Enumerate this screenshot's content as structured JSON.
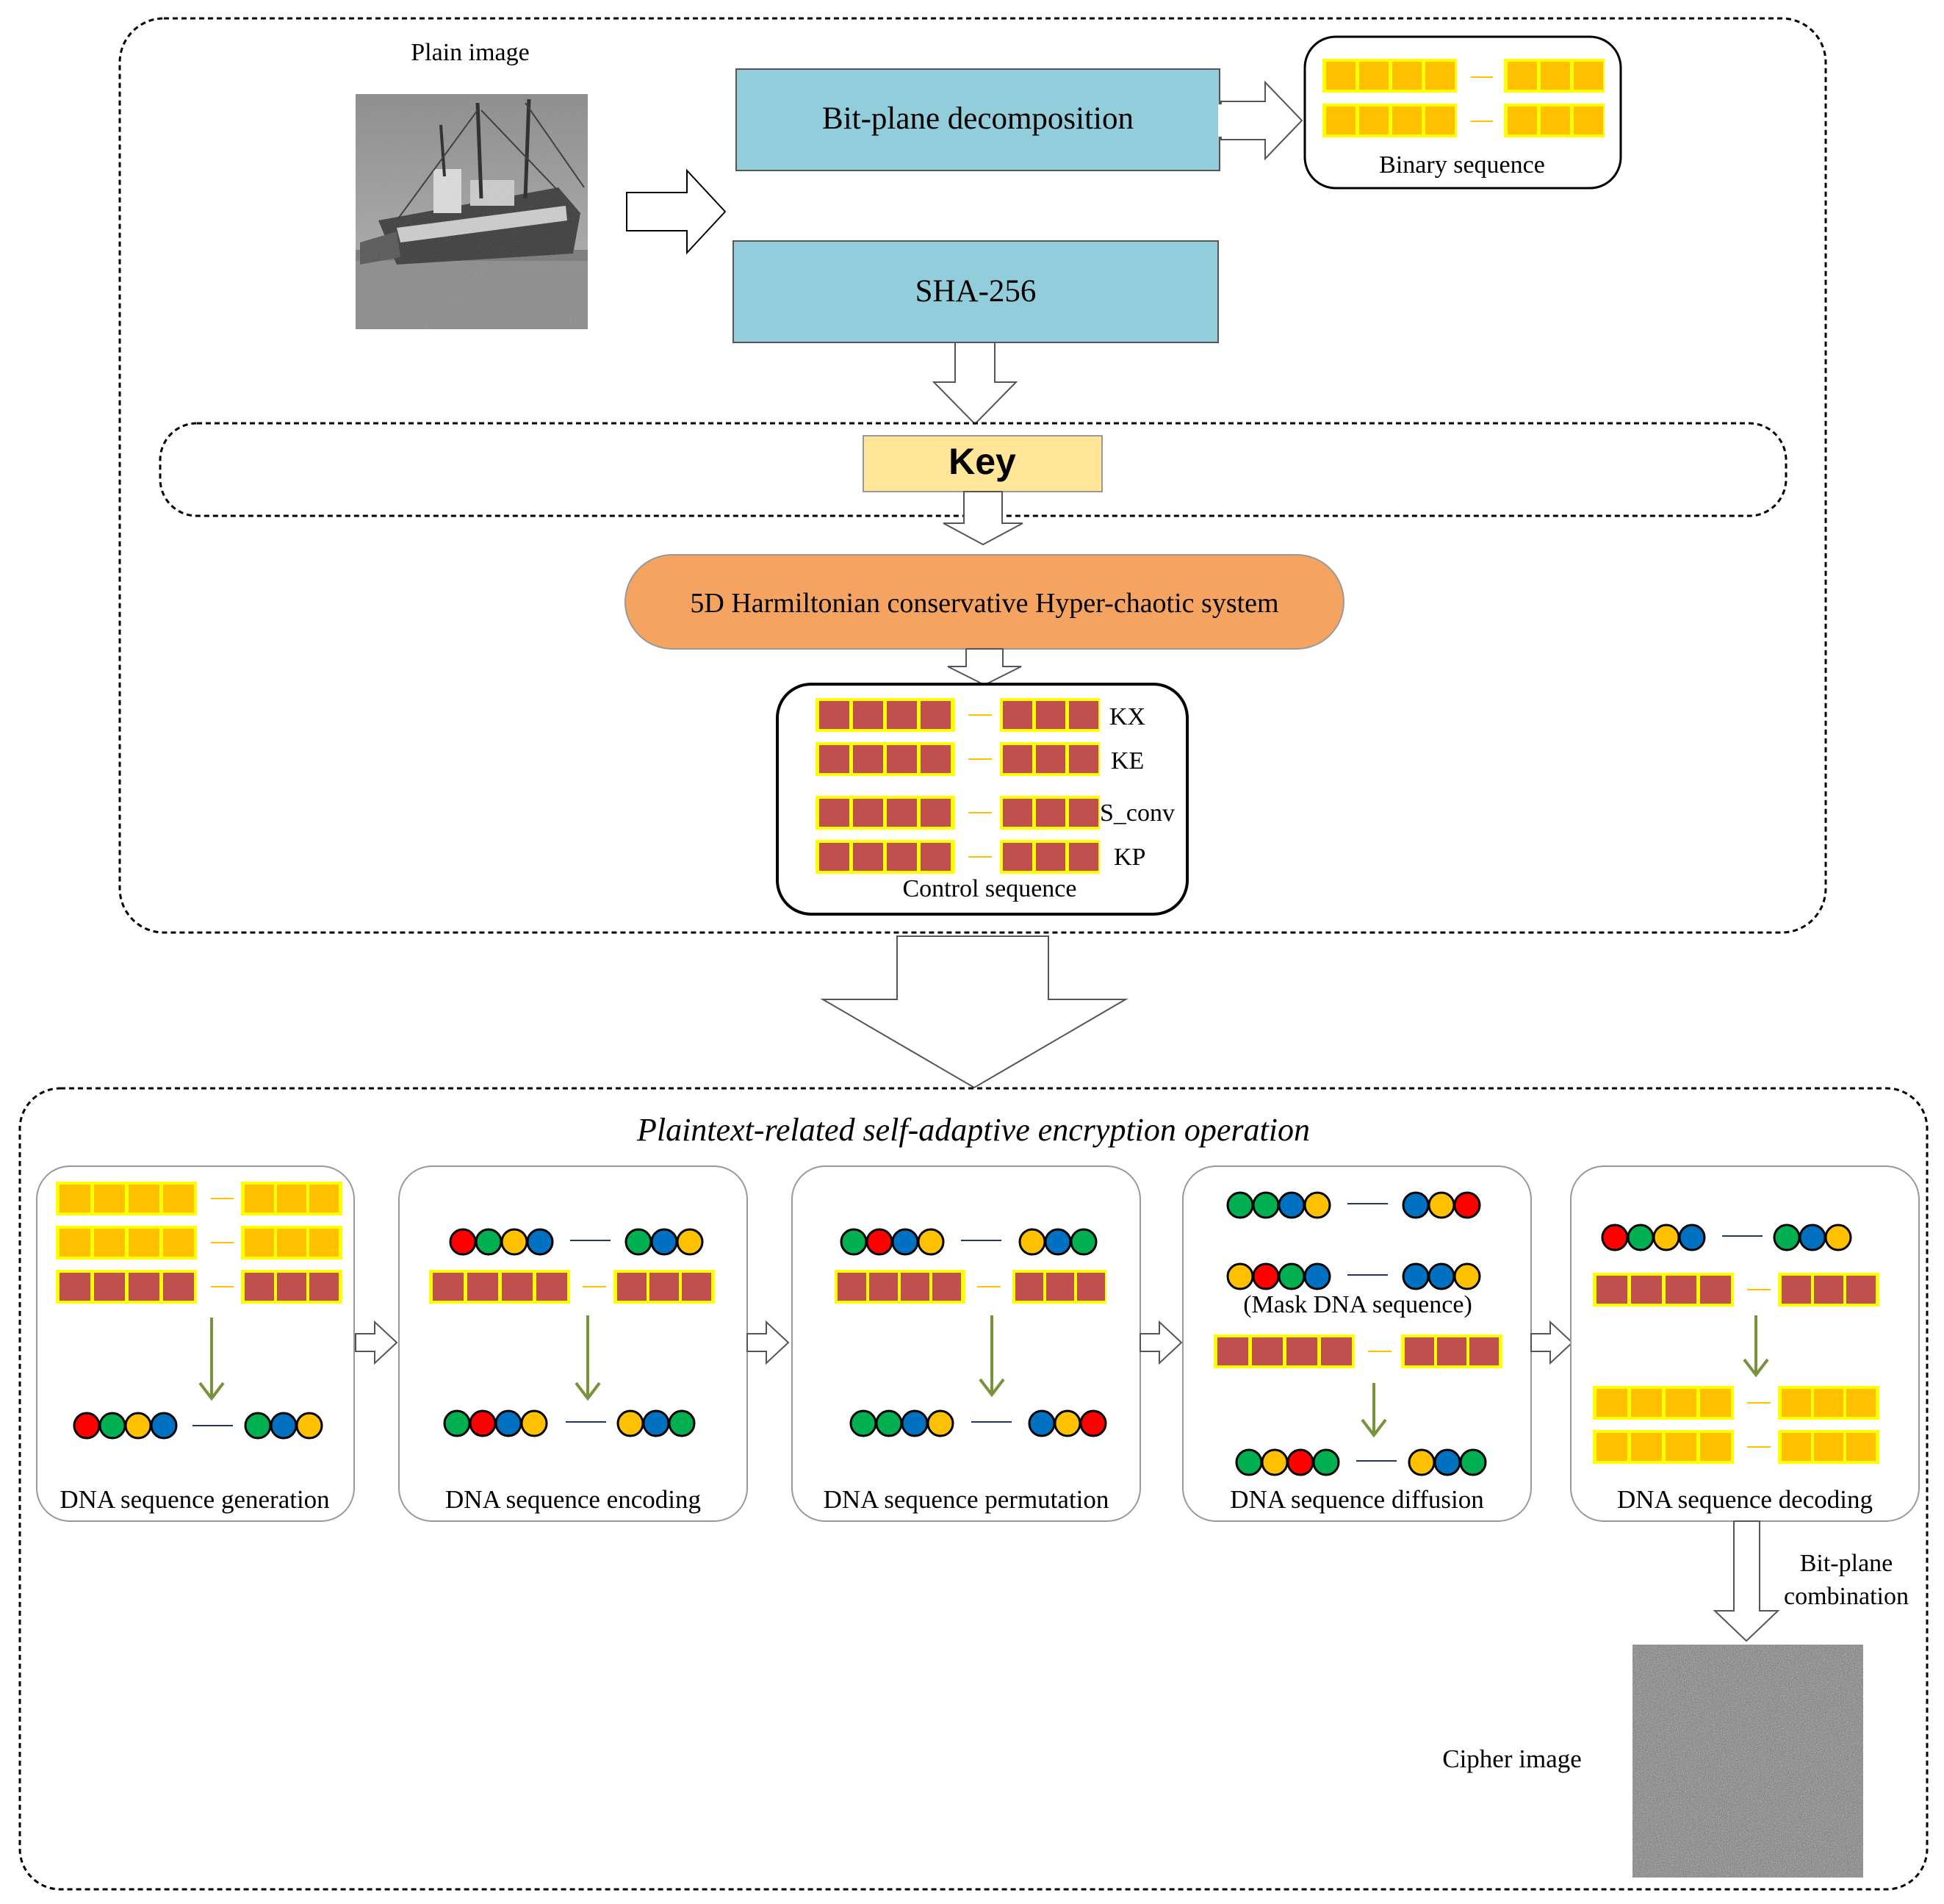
{
  "labels": {
    "plain_image": "Plain image",
    "bit_plane_decomposition": "Bit-plane decomposition",
    "binary_sequence": "Binary sequence",
    "sha256": "SHA-256",
    "key": "Key",
    "chaotic_system": "5D Harmiltonian conservative Hyper-chaotic system",
    "control_rows": [
      "KX",
      "KE",
      "S_conv",
      "KP"
    ],
    "control_sequence": "Control sequence",
    "encryption_title": "Plaintext-related self-adaptive encryption operation",
    "stages": [
      "DNA sequence generation",
      "DNA sequence encoding",
      "DNA sequence permutation",
      "DNA sequence diffusion",
      "DNA sequence decoding"
    ],
    "mask_dna": "(Mask DNA sequence)",
    "bit_plane_combination_1": "Bit-plane",
    "bit_plane_combination_2": "combination",
    "cipher_image": "Cipher image"
  },
  "colors": {
    "bit_yellow": "#FFC000",
    "bit_yellow_border": "#FFFF00",
    "control_brown": "#C0504D",
    "process_blue": "#92CDDC",
    "key_fill": "#FFE699",
    "chaos_orange": "#F4A460",
    "nucleotide": {
      "red": "#FF0000",
      "green": "#00B050",
      "blue": "#0070C0",
      "yellow": "#FFC000"
    },
    "arrow_green": "#77933C"
  },
  "icons": {
    "plain_image": "boat-photo-grayscale",
    "cipher_image": "noise-image-grayscale"
  }
}
